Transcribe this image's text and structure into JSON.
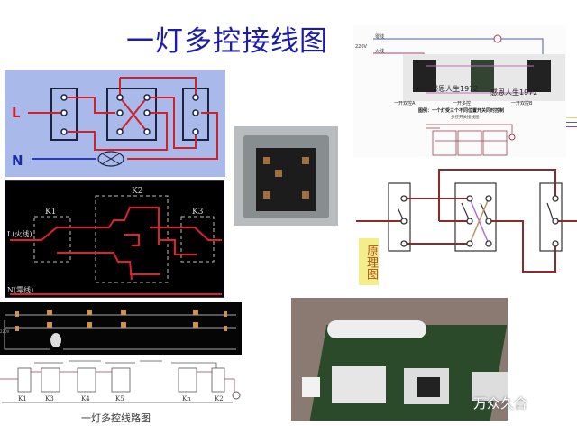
{
  "title": "一灯多控接线图",
  "panel_blue": {
    "label_l": "L",
    "label_n": "N"
  },
  "panel_black": {
    "k1": "K1",
    "k2": "K2",
    "k3": "K3",
    "live": "L(火线)",
    "neutral": "N(零线)"
  },
  "panel_top_right": {
    "voltage": "220V",
    "neutral": "零线",
    "live": "火线",
    "watermark_1": "感恩人生1972",
    "watermark_2": "感恩人生1972",
    "switch_a": "一开双控A",
    "switch_mid": "一开多控",
    "switch_b": "一开双控B",
    "legend": "图例：一个灯受三个不同位置开关同时控制",
    "sub": "多控开关接线图"
  },
  "panel_principle": {
    "label": "原理图"
  },
  "panel_bottom_left": {
    "voltage": "220V",
    "switches": [
      "K1",
      "K3",
      "K4",
      "K5",
      "Kn",
      "K2"
    ],
    "caption": "一灯多控线路图"
  },
  "photo": {
    "watermark": "万众久合"
  },
  "colors": {
    "title": "#1c1ca8",
    "wire_red": "#d0202a",
    "wire_blue": "#2a3ac0",
    "blue_bg": "#a9b9ea"
  }
}
